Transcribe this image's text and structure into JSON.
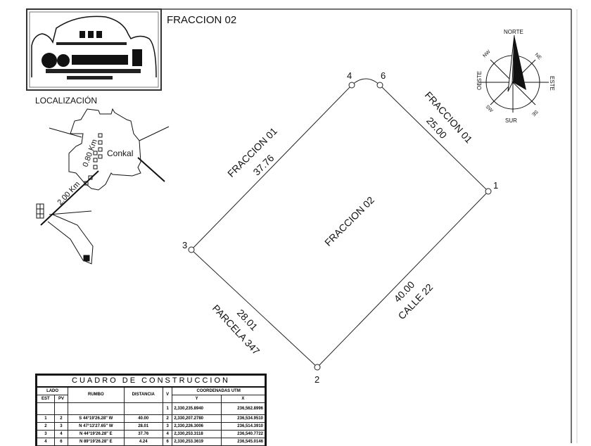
{
  "sheet_title": "FRACCION 02",
  "location": {
    "heading": "LOCALIZACIÓN",
    "town": "Conkal",
    "distance_1": "0.80 Km",
    "distance_2": "2.00 Km"
  },
  "compass": {
    "north": "NORTE",
    "south": "SUR",
    "east": "ESTE",
    "west": "OESTE",
    "ne": "NE",
    "nw": "NW",
    "se": "SE",
    "sw": "SW"
  },
  "plan": {
    "vertices": [
      "1",
      "2",
      "3",
      "4",
      "6"
    ],
    "center_label": "FRACCION 02",
    "sides": {
      "nw_name": "FRACCION 01",
      "nw_dist": "37.76",
      "ne_name": "FRACCION 01",
      "ne_dist": "25.00",
      "se_name": "CALLE 22",
      "se_dist": "40.00",
      "sw_name": "PARCELA 347",
      "sw_dist": "28.01"
    }
  },
  "table": {
    "title": "CUADRO DE CONSTRUCCION",
    "headers": {
      "lado": "LADO",
      "est": "EST",
      "pv": "PV",
      "rumbo": "RUMBO",
      "distancia": "DISTANCIA",
      "v": "V",
      "coords": "COORDENADAS UTM",
      "y": "Y",
      "x": "X"
    },
    "rows": [
      {
        "est": "",
        "pv": "",
        "rumbo": "",
        "dist": "",
        "v": "1",
        "y": "2,330,235.8940",
        "x": "236,562.8996"
      },
      {
        "est": "1",
        "pv": "2",
        "rumbo": "S 44°19'26.28\" W",
        "dist": "40.00",
        "v": "2",
        "y": "2,330,207.2780",
        "x": "236,534.9510"
      },
      {
        "est": "2",
        "pv": "3",
        "rumbo": "N 47°13'27.65\" W",
        "dist": "28.01",
        "v": "3",
        "y": "2,330,226.3006",
        "x": "236,514.3910"
      },
      {
        "est": "3",
        "pv": "4",
        "rumbo": "N 44°19'26.28\" E",
        "dist": "37.76",
        "v": "4",
        "y": "2,330,253.3118",
        "x": "236,540.7722"
      },
      {
        "est": "4",
        "pv": "6",
        "rumbo": "N 89°19'26.28\" E",
        "dist": "4.24",
        "v": "6",
        "y": "2,330,253.3619",
        "x": "236,545.0146"
      }
    ]
  }
}
